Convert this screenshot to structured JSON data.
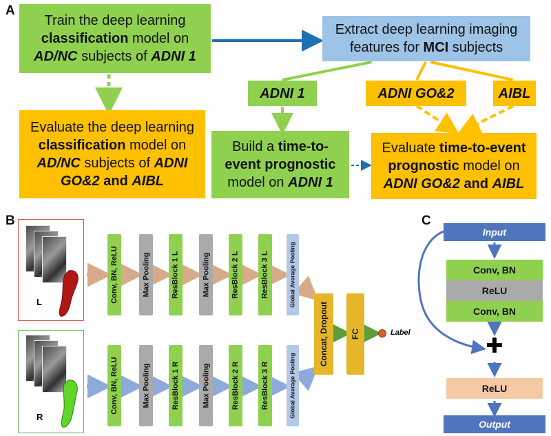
{
  "panel_a": {
    "label": "A",
    "train_box": {
      "parts": [
        {
          "t": "Train the deep learning ",
          "s": "n"
        },
        {
          "t": "classification",
          "s": "b"
        },
        {
          "t": " model on ",
          "s": "n"
        },
        {
          "t": "AD/NC",
          "s": "bi"
        },
        {
          "t": " subjects of ",
          "s": "n"
        },
        {
          "t": "ADNI 1",
          "s": "bi"
        }
      ]
    },
    "extract_box": {
      "parts": [
        {
          "t": "Extract deep learning imaging features for ",
          "s": "n"
        },
        {
          "t": "MCI",
          "s": "b"
        },
        {
          "t": " subjects",
          "s": "n"
        }
      ]
    },
    "adni1_label": "ADNI 1",
    "adni_go2_label": "ADNI GO&2",
    "aibl_label": "AIBL",
    "evaluate_class_box": {
      "parts": [
        {
          "t": "Evaluate the deep learning ",
          "s": "n"
        },
        {
          "t": "classification",
          "s": "b"
        },
        {
          "t": " model on ",
          "s": "n"
        },
        {
          "t": "AD/NC",
          "s": "bi"
        },
        {
          "t": " subjects of ",
          "s": "n"
        },
        {
          "t": "ADNI GO&2",
          "s": "bi"
        },
        {
          "t": " and ",
          "s": "b"
        },
        {
          "t": "AIBL",
          "s": "bi"
        }
      ]
    },
    "build_box": {
      "parts": [
        {
          "t": "Build a ",
          "s": "n"
        },
        {
          "t": "time-to-event prognostic",
          "s": "b"
        },
        {
          "t": " model on ",
          "s": "n"
        },
        {
          "t": "ADNI 1",
          "s": "bi"
        }
      ]
    },
    "evaluate_tte_box": {
      "parts": [
        {
          "t": "Evaluate ",
          "s": "n"
        },
        {
          "t": "time-to-event prognostic",
          "s": "b"
        },
        {
          "t": " model on ",
          "s": "n"
        },
        {
          "t": "ADNI GO&2",
          "s": "bi"
        },
        {
          "t": " and ",
          "s": "b"
        },
        {
          "t": "AIBL",
          "s": "bi"
        }
      ]
    }
  },
  "panel_b": {
    "label": "B",
    "left_label": "L",
    "right_label": "R",
    "stages": [
      "Conv, BN, ReLU",
      "Max Pooling",
      "ResBlock 1 L",
      "Max Pooling",
      "ResBlock 2 L",
      "ResBlock 3 L",
      "Global Average Pooling"
    ],
    "stages_r": [
      "Conv, BN, ReLU",
      "Max Pooling",
      "ResBlock 1 R",
      "Max Pooling",
      "ResBlock 2 R",
      "ResBlock 3 R",
      "Global Average Pooling"
    ],
    "concat_label": "Concat, Dropout",
    "fc_label": "FC",
    "output_label": "Label"
  },
  "panel_c": {
    "label": "C",
    "input_label": "Input",
    "conv1_label": "Conv, BN",
    "relu1_label": "ReLU",
    "conv2_label": "Conv, BN",
    "relu2_label": "ReLU",
    "output_label": "Output",
    "plus_symbol": "✚"
  },
  "colors": {
    "green": "#8fd14f",
    "orange": "#ffc000",
    "light_blue": "#9dc3e6",
    "arrow_blue": "#1f6fb5",
    "arrow_tan": "#d7ab8a",
    "arrow_lightblue": "#8eaadb",
    "arrow_green": "#5b9e3a",
    "label_dot": "#d9622a"
  }
}
